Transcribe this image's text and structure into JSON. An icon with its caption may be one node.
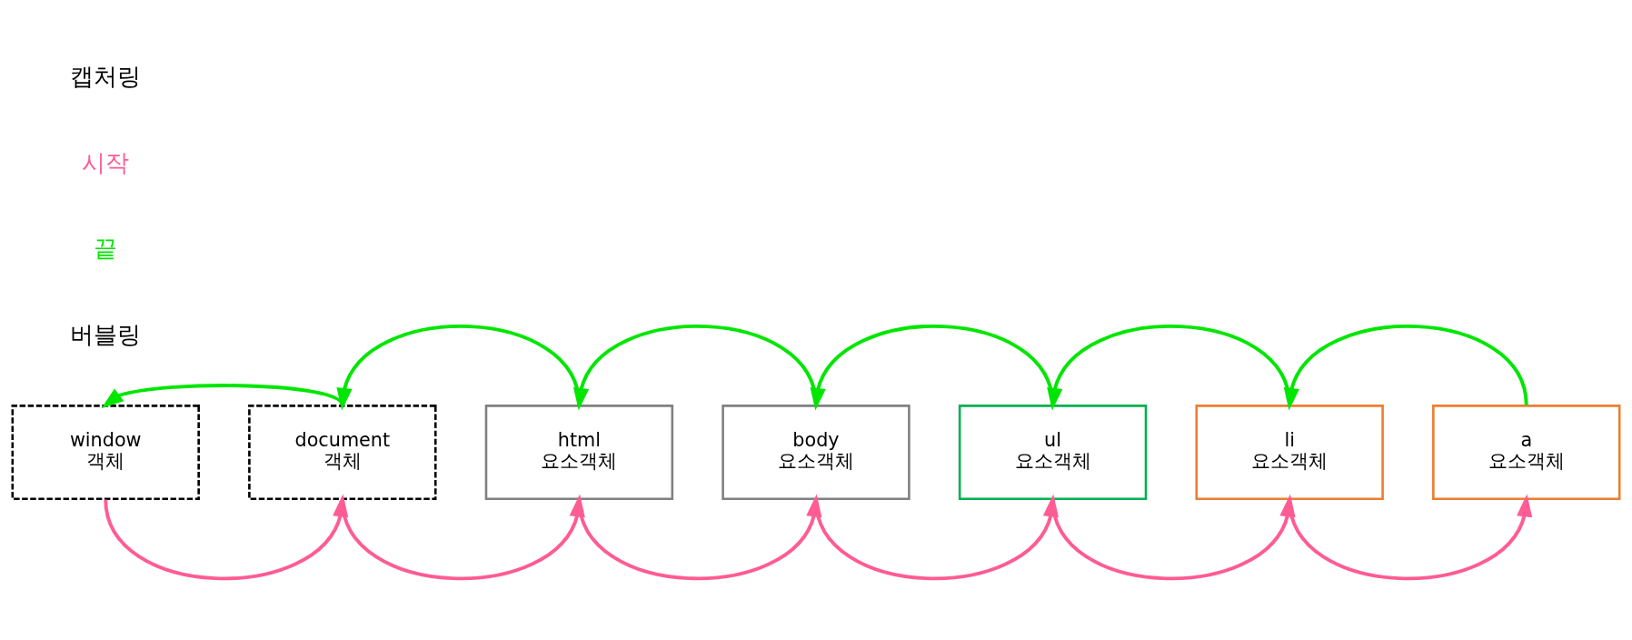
{
  "diagram": {
    "nodes": [
      {
        "text": [
          "window",
          "객체"
        ]
      },
      {
        "text": [
          "document",
          "객체"
        ]
      },
      {
        "text": [
          "html",
          "요소객체"
        ]
      },
      {
        "text": [
          "body",
          "요소객체"
        ]
      },
      {
        "text": [
          "ul",
          "요소객체"
        ]
      },
      {
        "text": [
          "li",
          "요소객체"
        ]
      },
      {
        "text": [
          "a",
          "요소객체"
        ]
      }
    ],
    "edges": [
      {
        "from": 0,
        "to": 1,
        "arrow": "to",
        "color": "#ff5c93"
      },
      {
        "from": 1,
        "to": 2,
        "arrow": "to",
        "color": "#ff5c93"
      },
      {
        "from": 2,
        "to": 3,
        "arrow": "to",
        "color": "#ff5c93"
      },
      {
        "from": 3,
        "to": 4,
        "arrow": "to",
        "color": "#ff5c93"
      },
      {
        "from": 4,
        "to": 5,
        "arrow": "to",
        "color": "#ff5c93"
      },
      {
        "from": 5,
        "to": 6,
        "arrow": "to",
        "color": "#ff5c93"
      },
      {
        "from": 6,
        "to": 5,
        "arrow": "to",
        "color": "#00e600"
      },
      {
        "from": 5,
        "to": 4,
        "arrow": "to",
        "color": "#00e600"
      },
      {
        "from": 4,
        "to": 3,
        "arrow": "to",
        "color": "#00e600"
      },
      {
        "from": 3,
        "to": 2,
        "arrow": "to",
        "color": "#00e600"
      },
      {
        "from": 2,
        "to": 1,
        "arrow": "to",
        "color": "#00e600"
      },
      {
        "from": 1,
        "to": 0,
        "arrow": "to",
        "color": "#00e600"
      }
    ],
    "labels": [
      "버블링",
      "끝",
      "시작",
      "캡처링"
    ]
  }
}
